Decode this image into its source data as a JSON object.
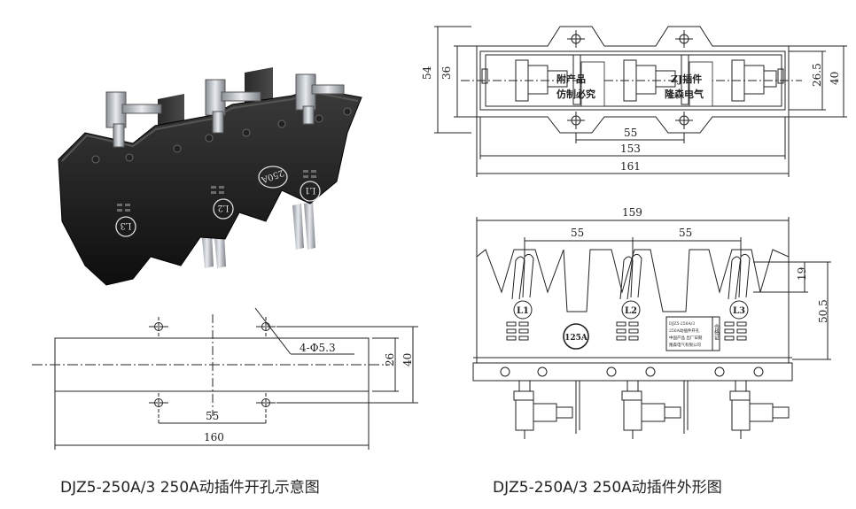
{
  "captions": {
    "left": "DJZ5-250A/3  250A动插件开孔示意图",
    "right": "DJZ5-250A/3  250A动插件外形图"
  },
  "photo": {
    "badge": "250A",
    "phase_labels": [
      "L3",
      "L2",
      "L1"
    ]
  },
  "cutout_drawing": {
    "hole_spec": "4-Φ5.3",
    "dim_height_inner": "26",
    "dim_height_outer": "40",
    "dim_pitch": "55",
    "dim_length": "160"
  },
  "top_view": {
    "dim_54": "54",
    "dim_36": "36",
    "dim_26_5": "26.5",
    "dim_40": "40",
    "dim_55": "55",
    "dim_153": "153",
    "dim_161": "161",
    "label_a_1": "附产品",
    "label_a_2": "仿制必究",
    "label_b_1": "ZJ插件",
    "label_b_2": "隆森电气"
  },
  "front_view": {
    "dim_159": "159",
    "dim_55_a": "55",
    "dim_55_b": "55",
    "dim_19": "19",
    "dim_50_5": "50.5",
    "phase_labels": [
      "L1",
      "L2",
      "L3"
    ],
    "badge": "125A",
    "plate_title": "合格证",
    "plate_lines": [
      "DJZ5-250A/3",
      "250A动插件开孔",
      "中国产品 出厂日期",
      "隆森电气有限公司"
    ]
  }
}
